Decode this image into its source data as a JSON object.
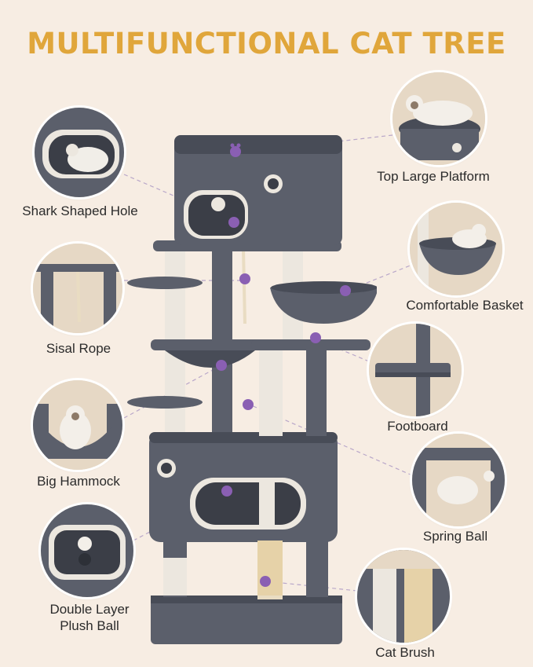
{
  "title": "MULTIFUNCTIONAL CAT TREE",
  "colors": {
    "background": "#f7ede3",
    "title": "#e0a63b",
    "plush": "#5b5f6b",
    "plush_dark": "#484c57",
    "sisal": "#e9dcc2",
    "paw": "#8a5fb3",
    "connector": "#b9a7c9"
  },
  "features": [
    {
      "label": "Shark Shaped Hole",
      "icon": "shark-hole-photo"
    },
    {
      "label": "Top Large Platform",
      "icon": "top-platform-photo"
    },
    {
      "label": "Sisal Rope",
      "icon": "sisal-rope-photo"
    },
    {
      "label": "Comfortable Basket",
      "icon": "basket-photo"
    },
    {
      "label": "Big Hammock",
      "icon": "hammock-photo"
    },
    {
      "label": "Footboard",
      "icon": "footboard-photo"
    },
    {
      "label": "Spring Ball",
      "icon": "spring-ball-photo"
    },
    {
      "label": "Double Layer\nPlush Ball",
      "icon": "plush-ball-photo"
    },
    {
      "label": "Cat Brush",
      "icon": "cat-brush-photo"
    }
  ]
}
